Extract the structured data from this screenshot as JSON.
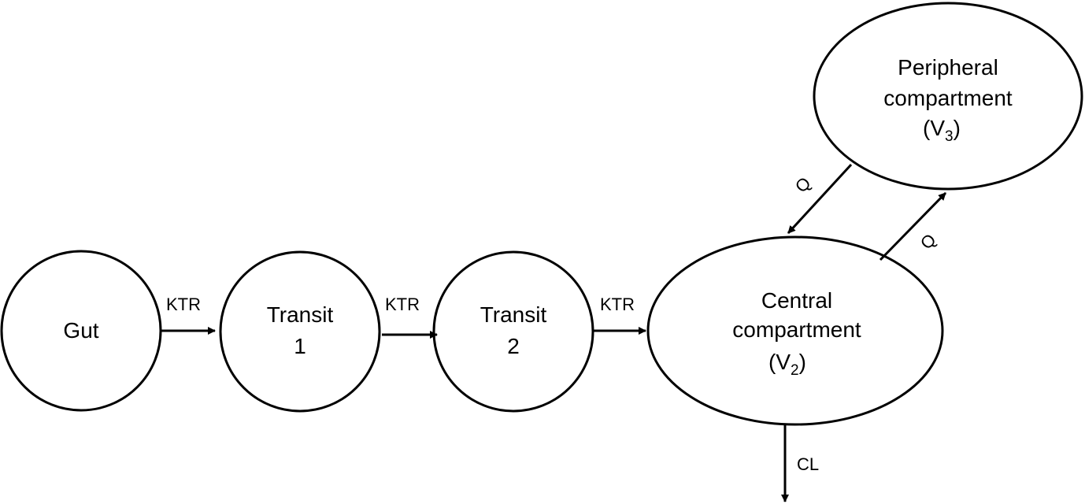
{
  "nodes": {
    "gut": {
      "label": "Gut"
    },
    "transit1": {
      "line1": "Transit",
      "line2": "1"
    },
    "transit2": {
      "line1": "Transit",
      "line2": "2"
    },
    "central": {
      "line1": "Central",
      "line2": "compartment",
      "vol_prefix": "(V",
      "vol_sub": "2",
      "vol_suffix": ")"
    },
    "peripheral": {
      "line1": "Peripheral",
      "line2": "compartment",
      "vol_prefix": "(V",
      "vol_sub": "3",
      "vol_suffix": ")"
    }
  },
  "edges": {
    "gut_to_transit1": "KTR",
    "transit1_to_transit2": "KTR",
    "transit2_to_central": "KTR",
    "peripheral_to_central": "Q",
    "central_to_peripheral": "Q",
    "elimination": "CL"
  }
}
